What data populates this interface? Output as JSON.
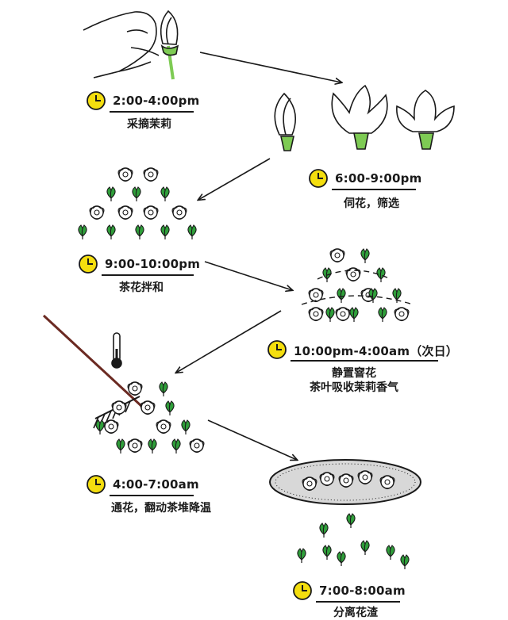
{
  "colors": {
    "clock_fill": "#f4de0e",
    "leaf": "#2f9e3a",
    "stem": "#7ecb54",
    "line": "#1a1a1a",
    "rake": "#6b2a22"
  },
  "icons": [
    "hand-picking-flower-icon",
    "jasmine-bud-icon",
    "thermometer-icon",
    "rake-icon",
    "sieve-basket-icon",
    "clock-icon"
  ],
  "steps": [
    {
      "time": "2:00-4:00pm",
      "desc": "采摘茉莉"
    },
    {
      "time": "6:00-9:00pm",
      "desc": "伺花，筛选"
    },
    {
      "time": "9:00-10:00pm",
      "desc": "茶花拌和"
    },
    {
      "time": "10:00pm-4:00am（次日）",
      "desc": "静置窨花",
      "desc2": "茶叶吸收茉莉香气"
    },
    {
      "time": "4:00-7:00am",
      "desc": "通花，翻动茶堆降温"
    },
    {
      "time": "7:00-8:00am",
      "desc": "分离花渣"
    }
  ]
}
